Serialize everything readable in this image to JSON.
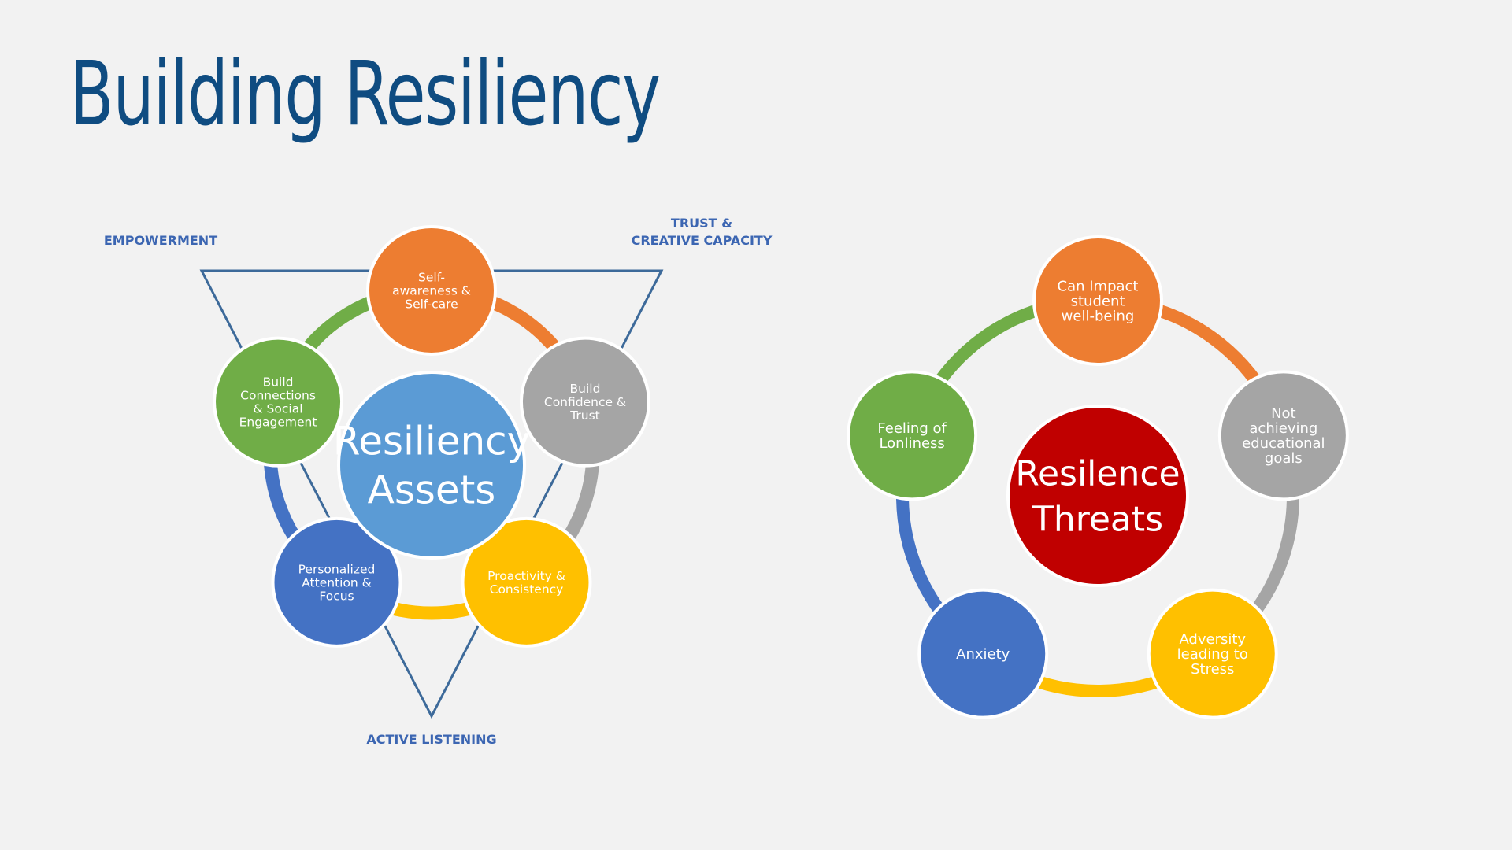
{
  "title": "Building Resiliency",
  "colors": {
    "title": "#0f4c81",
    "orange": "#ed7d31",
    "gray": "#a5a5a5",
    "yellow": "#ffc000",
    "blue": "#4472c4",
    "green": "#70ad47",
    "light_blue": "#5b9bd5",
    "red": "#c00000",
    "label_blue": "#3c66b2",
    "triangle": "#3d6a9a"
  },
  "assets": {
    "center": [
      "Resiliency",
      "Assets"
    ],
    "labels": {
      "top_left": "EMPOWERMENT",
      "top_right": [
        "TRUST &",
        "CREATIVE CAPACITY"
      ],
      "bottom": "ACTIVE LISTENING"
    },
    "nodes": [
      {
        "lines": [
          "Self-",
          "awareness &",
          "Self-care"
        ],
        "color": "#ed7d31",
        "icon": "none"
      },
      {
        "lines": [
          "Build",
          "Confidence &",
          "Trust"
        ],
        "color": "#a5a5a5",
        "icon": "none"
      },
      {
        "lines": [
          "Proactivity &",
          "Consistency"
        ],
        "color": "#ffc000",
        "icon": "none"
      },
      {
        "lines": [
          "Personalized",
          "Attention &",
          "Focus"
        ],
        "color": "#4472c4",
        "icon": "none"
      },
      {
        "lines": [
          "Build",
          "Connections",
          "& Social",
          "Engagement"
        ],
        "color": "#70ad47",
        "icon": "none"
      }
    ]
  },
  "threats": {
    "center": [
      "Resilence",
      "Threats"
    ],
    "nodes": [
      {
        "lines": [
          "Can Impact",
          "student",
          "well-being"
        ],
        "color": "#ed7d31"
      },
      {
        "lines": [
          "Not",
          "achieving",
          "educational",
          "goals"
        ],
        "color": "#a5a5a5"
      },
      {
        "lines": [
          "Adversity",
          "leading to",
          "Stress"
        ],
        "color": "#ffc000"
      },
      {
        "lines": [
          "Anxiety"
        ],
        "color": "#4472c4"
      },
      {
        "lines": [
          "Feeling of",
          "Lonliness"
        ],
        "color": "#70ad47"
      }
    ]
  }
}
